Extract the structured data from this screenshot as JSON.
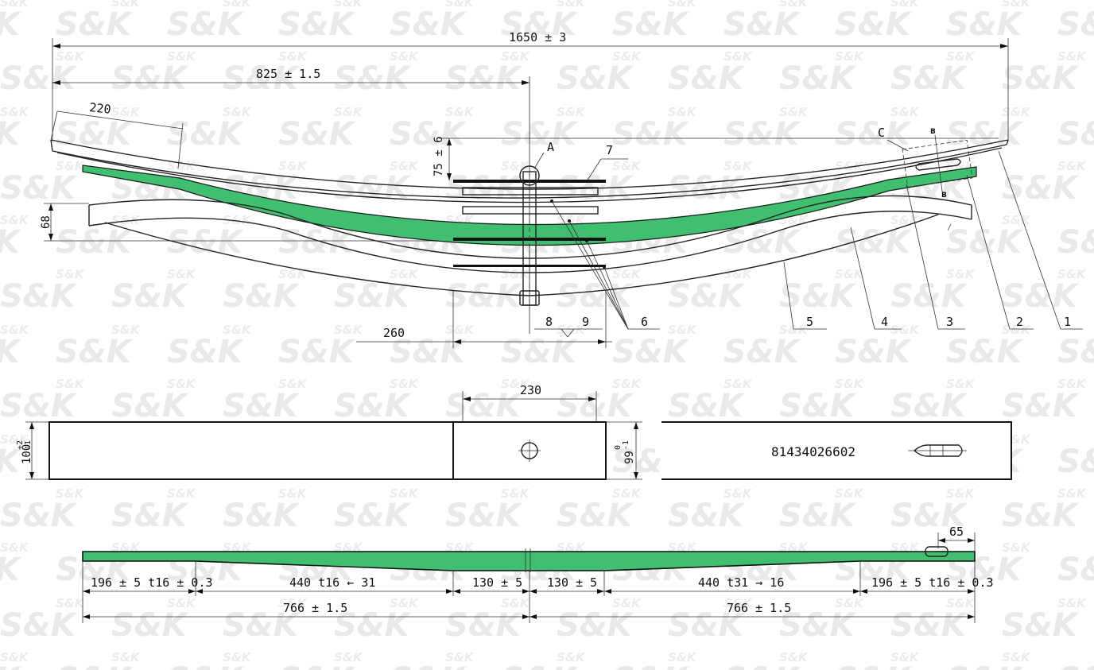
{
  "watermark": "S&K",
  "dimensions": {
    "overall_length": "1650 ± 3",
    "half_length": "825 ± 1.5",
    "eye_offset": "220",
    "arc_height": "75 ± 6",
    "camber": "68",
    "seat_width": "260",
    "seat_top": "230",
    "width_main": "100",
    "width_main_tol_upper": "+2",
    "width_main_tol_lower": "-1",
    "width_pad": "99",
    "width_pad_tol_upper": "0",
    "width_pad_tol_lower": "-1",
    "taper_end_left": "196 ± 5  t16 ± 0.3",
    "taper_left": "440  t16 ← 31",
    "center_left": "130 ± 5",
    "center_right": "130 ± 5",
    "taper_right": "440  t31 → 16",
    "taper_end_right": "196 ± 5  t16 ± 0.3",
    "half_left": "766 ± 1.5",
    "half_right": "766 ± 1.5",
    "slot_width": "65"
  },
  "labels": {
    "point_a": "A",
    "point_c": "C",
    "section_b_top": "B",
    "section_b_bottom": "B"
  },
  "part_numbers": [
    "1",
    "2",
    "3",
    "4",
    "5",
    "6",
    "7",
    "8",
    "9"
  ],
  "serial_number": "81434026602",
  "colors": {
    "highlight_leaf": "#3fbf6f",
    "line": "#222222",
    "watermark": "#e9e9e9"
  }
}
